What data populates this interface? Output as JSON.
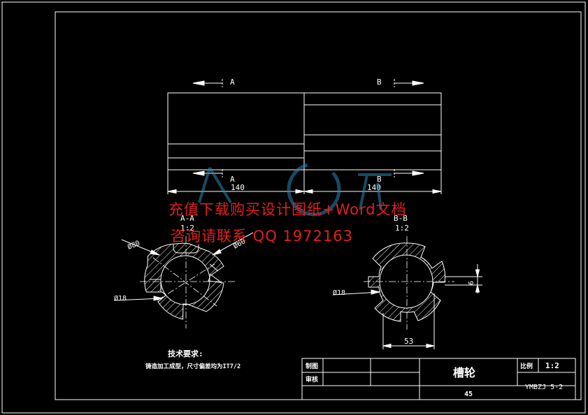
{
  "section_labels": {
    "a_top": "A",
    "a_bottom": "A",
    "b_top": "B",
    "b_bottom": "B",
    "view_a": "A-A",
    "view_b": "B-B",
    "scale_a": "1:2",
    "scale_b": "1:2"
  },
  "dimensions": {
    "length_left": "140",
    "length_right": "140",
    "dia_80": "Ø80",
    "dia_60": "Ø60",
    "dia_18_left": "Ø18",
    "dia_18_right": "Ø18",
    "width_53": "53",
    "slot_6": "6"
  },
  "notes": {
    "title": "技术要求:",
    "text": "铸造加工成型，尺寸偏差均为IT7/2"
  },
  "title_block": {
    "drawn_label": "制图",
    "review_label": "审核",
    "part_name": "槽轮",
    "material": "45",
    "scale_label": "比例",
    "scale_value": "1:2",
    "drawing_number": "YMBZJ 5-2"
  },
  "watermark": {
    "line1": "充值下载购买设计图纸+Word文档",
    "line2": "咨询请联系 QQ 1972163"
  },
  "colors": {
    "background": "#000000",
    "line": "#ffffff",
    "watermark_text": "#e0201e",
    "watermark_logo": "#2b86b8"
  }
}
